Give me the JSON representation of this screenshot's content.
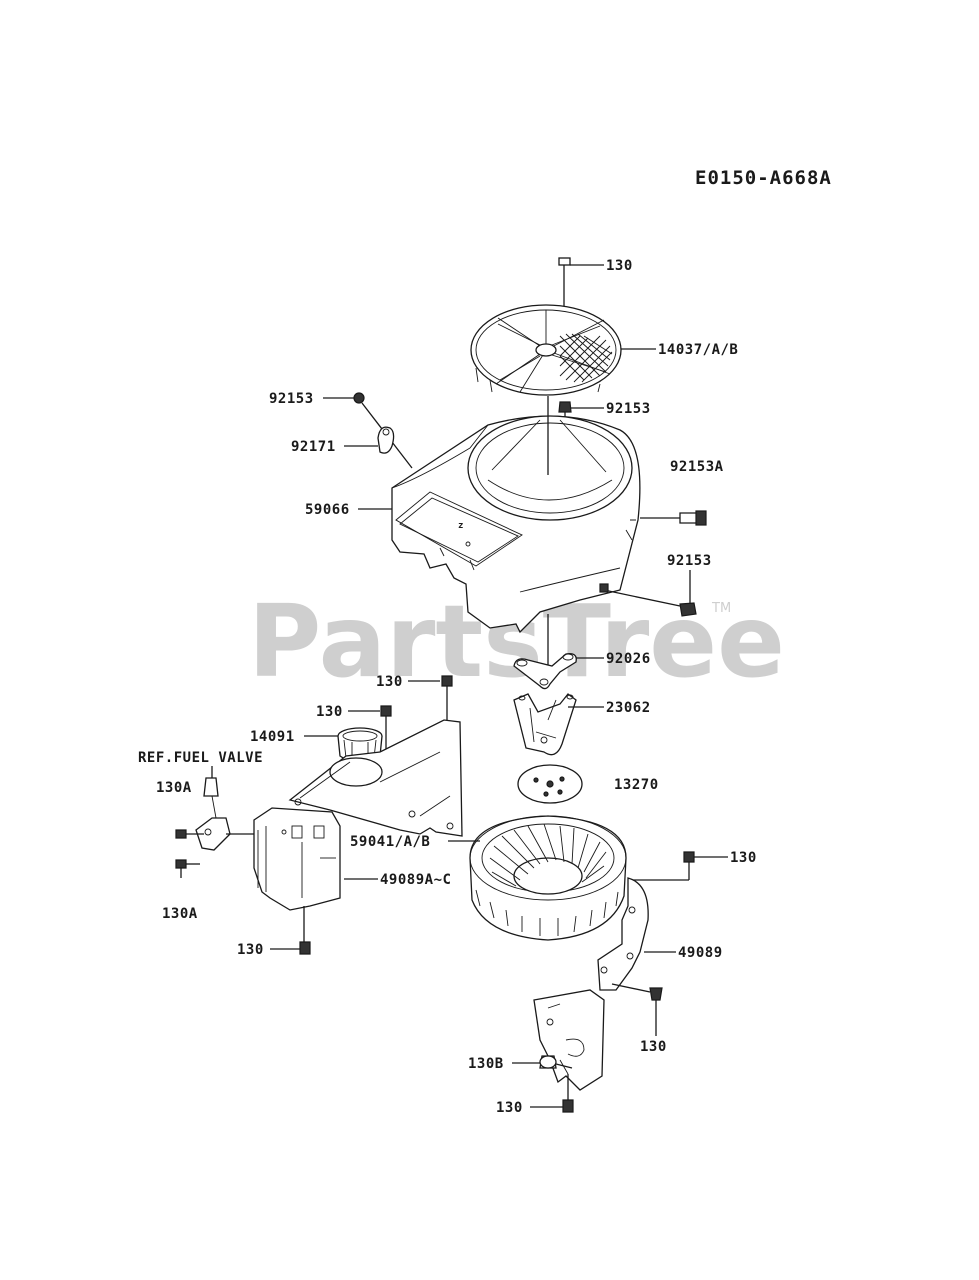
{
  "diagram_code": "E0150-A668A",
  "watermark": {
    "text": "PartsTree",
    "trademark": "TM"
  },
  "labels": {
    "screw_top": "130",
    "screen": "14037/A/B",
    "bolt_left": "92153",
    "bolt_center": "92153",
    "clamp": "92171",
    "housing_bolt_right": "92153A",
    "housing": "59066",
    "bolt_right": "92153",
    "washer": "92026",
    "screw_mid": "130",
    "bracket": "23062",
    "screw_plate": "130",
    "cup": "14091",
    "ref_fuel_valve": "REF.FUEL VALVE",
    "hose_fitting_top": "130A",
    "plate": "13270",
    "flywheel": "59041/A/B",
    "screw_right": "130",
    "left_shroud": "49089A~C",
    "hose_fitting_bottom": "130A",
    "screw_left_bottom": "130",
    "right_shroud": "49089",
    "screw_right_bottom": "130",
    "screw_grommet": "130B",
    "screw_bottom": "130"
  }
}
